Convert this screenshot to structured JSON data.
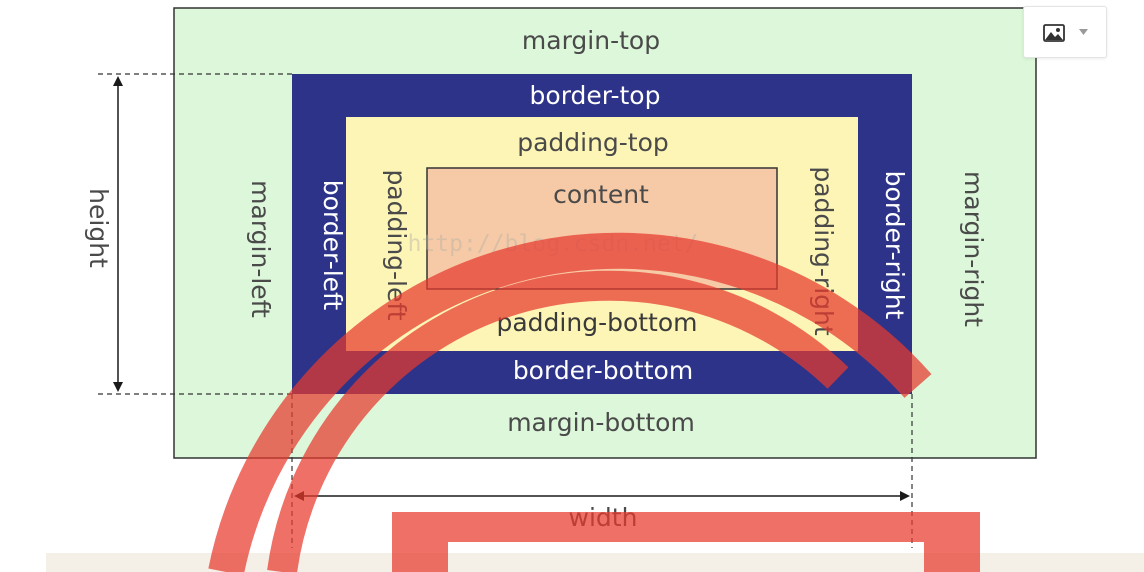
{
  "diagram": {
    "labels": {
      "margin_top": "margin-top",
      "margin_left": "margin-left",
      "margin_right": "margin-right",
      "margin_bottom": "margin-bottom",
      "border_top": "border-top",
      "border_left": "border-left",
      "border_right": "border-right",
      "border_bottom": "border-bottom",
      "padding_top": "padding-top",
      "padding_left": "padding-left",
      "padding_right": "padding-right",
      "padding_bottom": "padding-bottom",
      "content": "content",
      "height": "height",
      "width": "width"
    },
    "watermark": "http://blog.csdn.net/",
    "colors": {
      "margin": "#dcf7d9",
      "border": "#2c3389",
      "padding": "#fdf5b6",
      "content": "#f6caa6",
      "watermark_logo": "#e83a2e"
    }
  },
  "toolbar": {
    "image_menu_icon": "image-icon",
    "image_menu_caret": "chevron-down-icon"
  }
}
